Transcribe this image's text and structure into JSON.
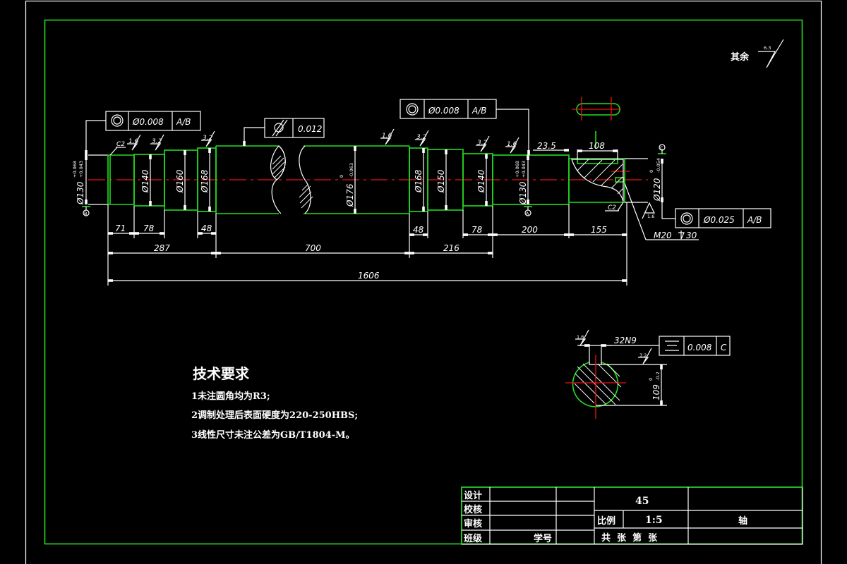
{
  "drawing": {
    "part_name": "轴",
    "material": "45",
    "scale_label": "比例",
    "scale": "1:5",
    "sheet_info": "共  张  第  张",
    "general_roughness_label": "其余",
    "general_roughness_value": "6.3"
  },
  "title_block": {
    "rows": [
      "设计",
      "校核",
      "审核",
      "班级"
    ],
    "student_id_label": "学号"
  },
  "tech_requirements": {
    "title": "技术要求",
    "items": [
      "1未注圆角均为R3;",
      "2调制处理后表面硬度为220-250HBS;",
      "3线性尺寸未注公差为GB/T1804-M。"
    ]
  },
  "diameters": [
    {
      "id": "d130_left",
      "label": "Ø130",
      "tol_upper": "+0.068",
      "tol_lower": "+0.043"
    },
    {
      "id": "d140_left",
      "label": "Ø140"
    },
    {
      "id": "d160_left",
      "label": "Ø160"
    },
    {
      "id": "d168_left",
      "label": "Ø168"
    },
    {
      "id": "d176",
      "label": "Ø176",
      "tol_upper": "0",
      "tol_lower": "-0.063"
    },
    {
      "id": "d168_right",
      "label": "Ø168"
    },
    {
      "id": "d150_right",
      "label": "Ø150"
    },
    {
      "id": "d140_right",
      "label": "Ø140"
    },
    {
      "id": "d130_right",
      "label": "Ø130",
      "tol_upper": "+0.068",
      "tol_lower": "+0.043"
    },
    {
      "id": "d120",
      "label": "Ø120",
      "tol_upper": "0",
      "tol_lower": "-0.054"
    }
  ],
  "lengths": {
    "row1": [
      "71",
      "78",
      "48",
      "48",
      "78",
      "200",
      "155"
    ],
    "row2": [
      "287",
      "700",
      "216"
    ],
    "overall": "1606",
    "keyway_offset": "23.5",
    "keyway_length": "108"
  },
  "roughness": [
    "1.6",
    "3.2",
    "3.2",
    "1.6",
    "3.2",
    "3.2",
    "1.6",
    "1.6",
    "1.6",
    "3.2"
  ],
  "chamfers": [
    "C2",
    "C2"
  ],
  "thread": "M20",
  "thread_depth": "30",
  "datums": [
    "B",
    "A",
    "C"
  ],
  "tolerance_frames": [
    {
      "id": "coaxiality_left",
      "symbol": "coaxiality",
      "value": "Ø0.008",
      "datum": "A/B"
    },
    {
      "id": "cylindricity",
      "symbol": "cylindricity",
      "value": "0.012",
      "datum": ""
    },
    {
      "id": "coaxiality_mid",
      "symbol": "coaxiality",
      "value": "Ø0.008",
      "datum": "A/B"
    },
    {
      "id": "coaxiality_right",
      "symbol": "coaxiality",
      "value": "Ø0.025",
      "datum": "A/B"
    },
    {
      "id": "symmetry",
      "symbol": "symmetry",
      "value": "0.008",
      "datum": "C"
    }
  ],
  "section": {
    "keyway_width": "32N9",
    "depth_label": "109",
    "depth_tol_upper": "0",
    "depth_tol_lower": "-0.2"
  }
}
